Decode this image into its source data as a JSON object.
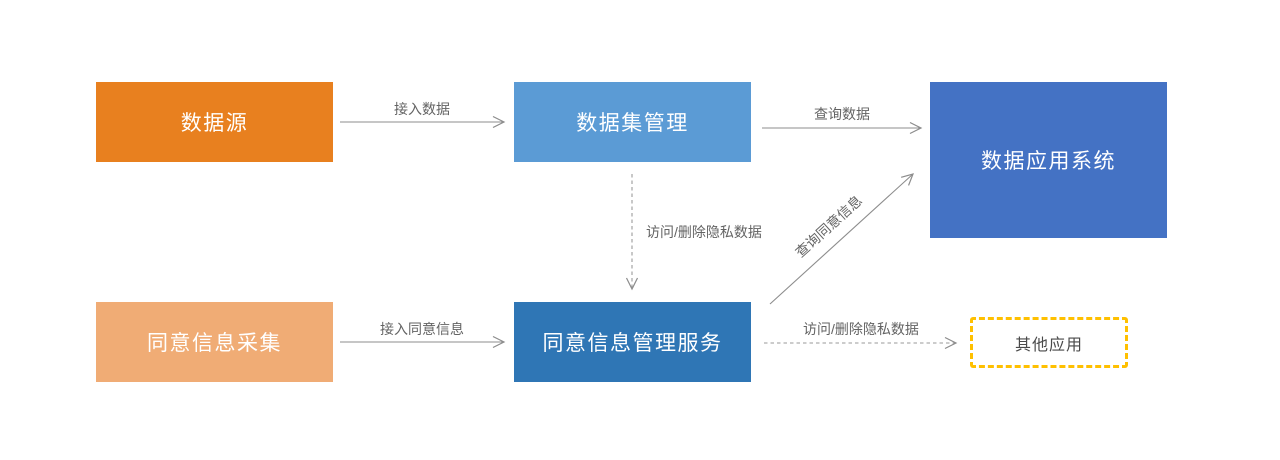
{
  "diagram": {
    "nodes": {
      "data_source": {
        "label": "数据源",
        "color": "#E8801F"
      },
      "dataset_mgmt": {
        "label": "数据集管理",
        "color": "#5B9BD5"
      },
      "data_app_system": {
        "label": "数据应用系统",
        "color": "#4472C4"
      },
      "consent_collection": {
        "label": "同意信息采集",
        "color": "#F0AC75"
      },
      "consent_mgmt_service": {
        "label": "同意信息管理服务",
        "color": "#2F76B5"
      },
      "other_apps": {
        "label": "其他应用",
        "border_color": "#FFC000",
        "fill": "#ffffff"
      }
    },
    "edges": {
      "ingest_data": {
        "label": "接入数据",
        "style": "solid",
        "from": "data_source",
        "to": "dataset_mgmt"
      },
      "query_data": {
        "label": "查询数据",
        "style": "solid",
        "from": "dataset_mgmt",
        "to": "data_app_system"
      },
      "access_delete_privacy_down": {
        "label": "访问/删除隐私数据",
        "style": "dashed",
        "from": "dataset_mgmt",
        "to": "consent_mgmt_service"
      },
      "ingest_consent": {
        "label": "接入同意信息",
        "style": "solid",
        "from": "consent_collection",
        "to": "consent_mgmt_service"
      },
      "query_consent": {
        "label": "查询同意信息",
        "style": "solid",
        "from": "consent_mgmt_service",
        "to": "data_app_system"
      },
      "access_delete_privacy_right": {
        "label": "访问/删除隐私数据",
        "style": "dashed",
        "from": "consent_mgmt_service",
        "to": "other_apps"
      }
    },
    "colors": {
      "arrow": "#8C8C8C",
      "edge_label_text": "#636363",
      "node_text": "#ffffff",
      "background": "#ffffff"
    }
  }
}
